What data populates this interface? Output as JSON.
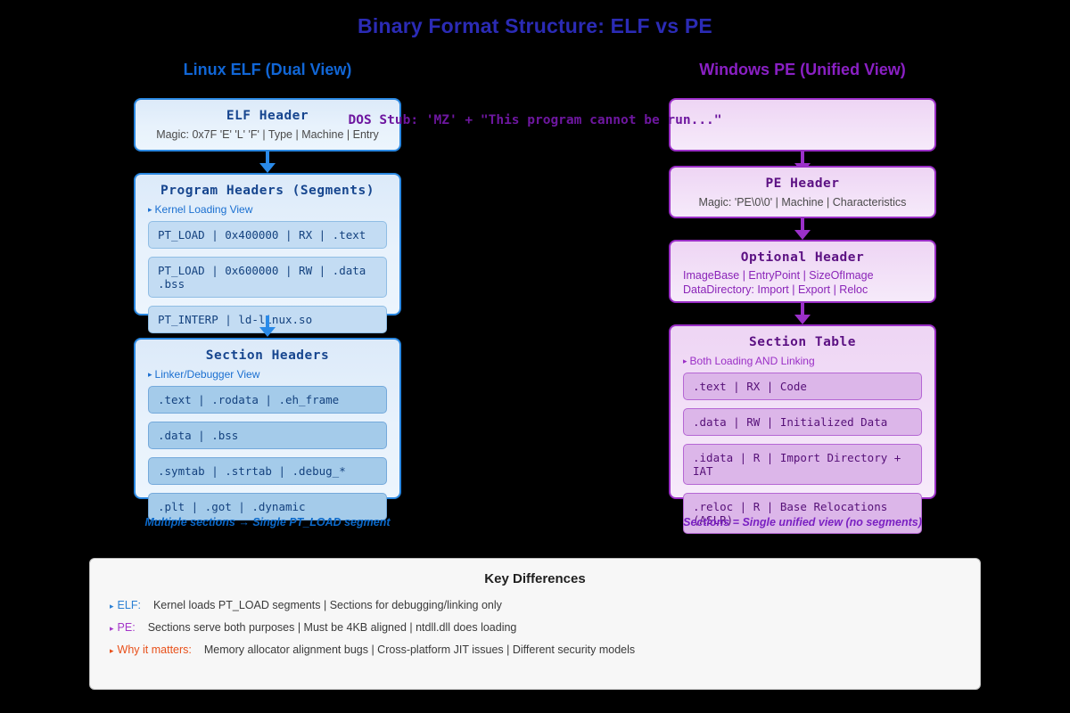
{
  "page": {
    "title": "Binary Format Structure: ELF vs PE",
    "background_color": "#000000",
    "title_color": "#2b2bb5"
  },
  "elf_column": {
    "heading": "Linux ELF (Dual View)",
    "accent_color": "#1166d6",
    "panels": [
      {
        "title": "ELF Header",
        "subtitle": "Magic: 0x7F 'E' 'L' 'F' | Type | Machine | Entry"
      },
      {
        "title": "Program Headers (Segments)",
        "note_marker": "▸",
        "note": "Kernel Loading View",
        "items": [
          "PT_LOAD | 0x400000 | RX | .text",
          "PT_LOAD | 0x600000 | RW | .data .bss",
          "PT_INTERP | ld-linux.so"
        ]
      },
      {
        "title": "Section Headers",
        "note_marker": "▸",
        "note": "Linker/Debugger View",
        "items": [
          ".text | .rodata | .eh_frame",
          ".data | .bss",
          ".symtab | .strtab | .debug_*",
          ".plt | .got | .dynamic"
        ]
      }
    ],
    "footnote": "Multiple sections → Single PT_LOAD segment"
  },
  "pe_column": {
    "heading": "Windows PE (Unified View)",
    "accent_color": "#8a20c4",
    "dos_stub": "DOS Stub: 'MZ' + \"This program cannot be run...\"",
    "panels": [
      {
        "title": "PE Header",
        "subtitle": "Magic: 'PE\\0\\0' | Machine | Characteristics"
      },
      {
        "title": "Optional Header",
        "detail_lines": [
          "ImageBase | EntryPoint | SizeOfImage",
          "DataDirectory: Import | Export | Reloc"
        ]
      },
      {
        "title": "Section Table",
        "note_marker": "▸",
        "note": "Both Loading AND Linking",
        "items": [
          ".text | RX | Code",
          ".data | RW | Initialized Data",
          ".idata | R | Import Directory + IAT",
          ".reloc | R | Base Relocations (ASLR)"
        ]
      }
    ],
    "footnote": "Sections = Single unified view (no segments)"
  },
  "key_differences": {
    "title": "Key Differences",
    "rows": [
      {
        "marker": "▸",
        "label": "ELF:",
        "color": "#2a7fd4",
        "text": "Kernel loads PT_LOAD segments | Sections for debugging/linking only"
      },
      {
        "marker": "▸",
        "label": "PE:",
        "color": "#a436c9",
        "text": "Sections serve both purposes | Must be 4KB aligned | ntdll.dll does loading"
      },
      {
        "marker": "▸",
        "label": "Why it matters:",
        "color": "#e8501a",
        "text": "Memory allocator alignment bugs | Cross-platform JIT issues | Different security models"
      }
    ]
  }
}
